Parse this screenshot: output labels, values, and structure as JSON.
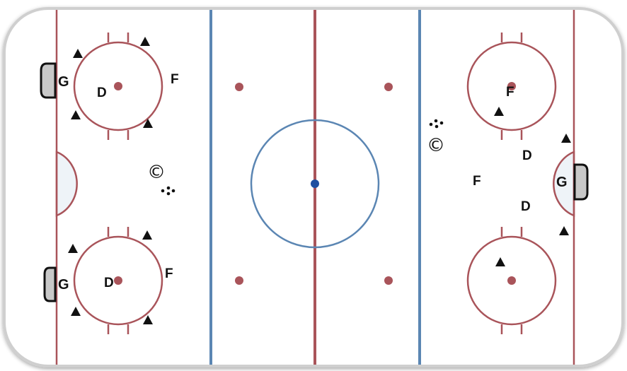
{
  "colors": {
    "background": "#ffffff",
    "board": "#cfcfcf",
    "red_line": "#a9545a",
    "blue_line": "#5b86b3",
    "center_dot": "#1f4fa0",
    "crease_fill": "#eef3f8",
    "goal_fill": "#c8c8c8",
    "marker": "#111111"
  },
  "labels": {
    "goalie": "G",
    "defense": "D",
    "forward": "F",
    "coach": "©"
  }
}
